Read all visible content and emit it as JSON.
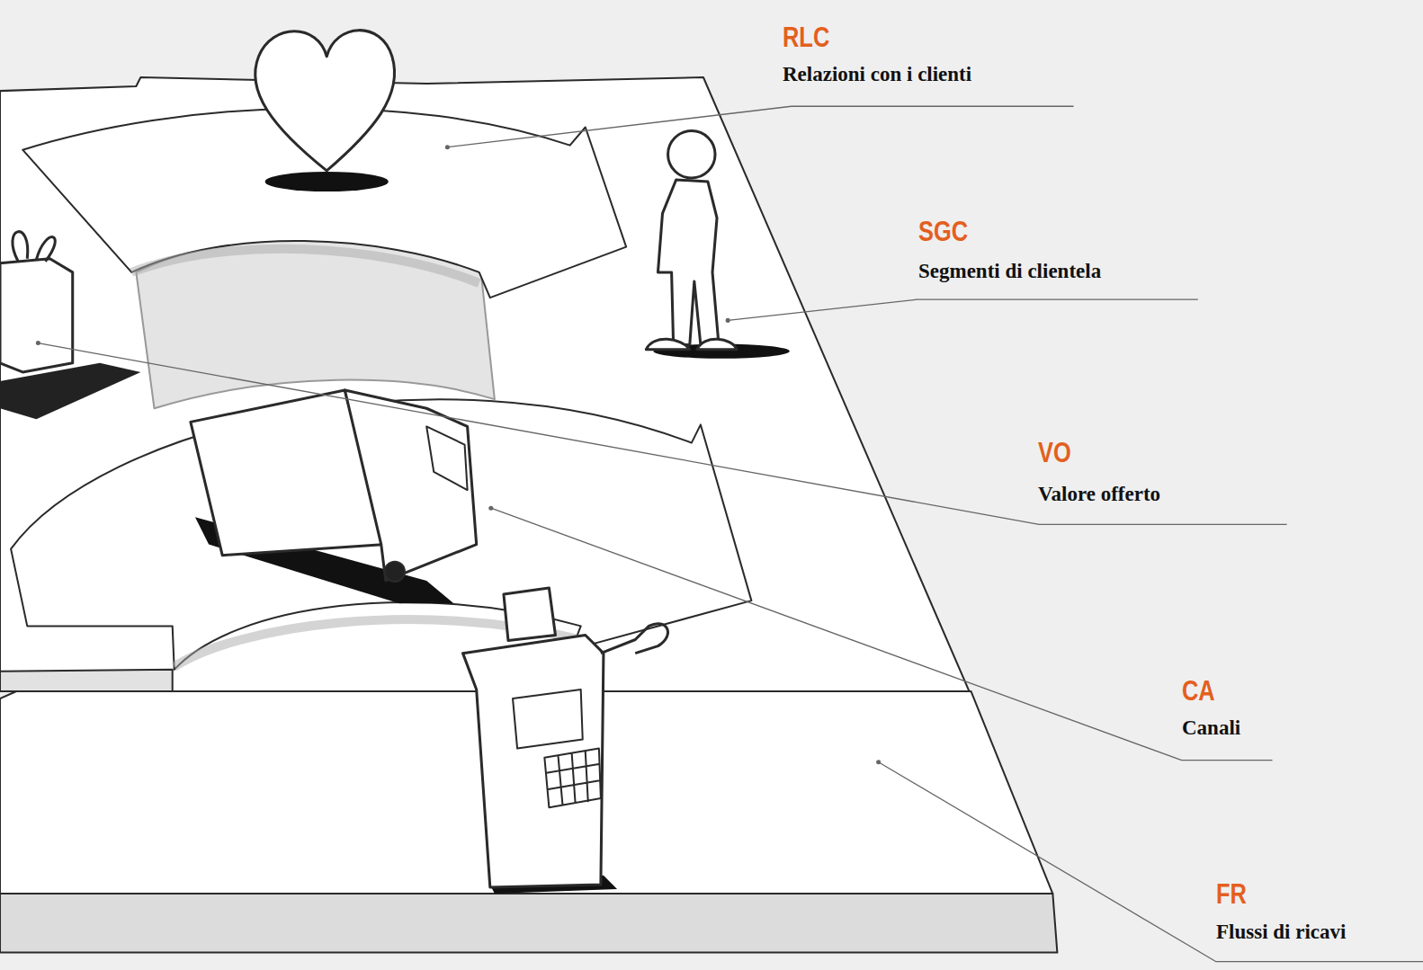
{
  "diagram": {
    "labels": [
      "RLC",
      "Relazioni con i clienti",
      "SGC",
      "Segmenti di clientela",
      "VO",
      "Valore offerto",
      "CA",
      "Canali",
      "FR",
      "Flussi di ricavi"
    ]
  }
}
